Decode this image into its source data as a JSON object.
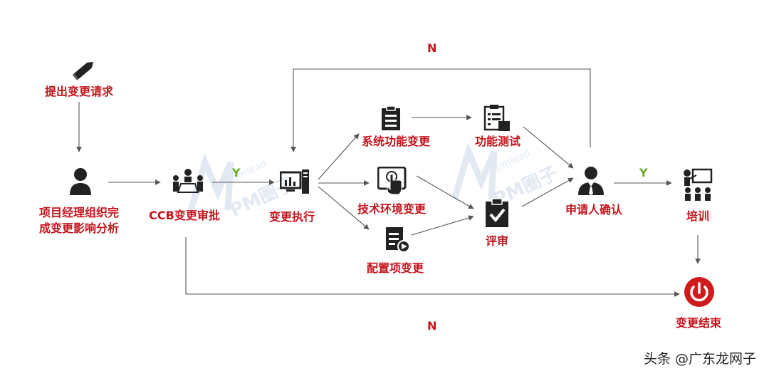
{
  "nodes": {
    "submit_request": "提出变更请求",
    "pm_analysis": "项目经理组织完成变更影响分析",
    "ccb_approval": "CCB变更审批",
    "execute_change": "变更执行",
    "system_function_change": "系统功能变更",
    "technical_env_change": "技术环境变更",
    "config_item_change": "配置项变更",
    "function_test": "功能测试",
    "review": "评审",
    "requester_confirm": "申请人确认",
    "training": "培训",
    "change_end": "变更结束"
  },
  "edge_labels": {
    "ccb_yes": "Y",
    "confirm_yes": "Y",
    "confirm_no": "N",
    "ccb_no": "N"
  },
  "watermark": {
    "small_text": "pmlead",
    "brand_text": "PM圈子"
  },
  "credit": "头条 @广东龙网子",
  "colors": {
    "label_red": "#c4141c",
    "yes_green": "#6aaa2a",
    "no_red": "#c4141c",
    "line_gray": "#555555",
    "icon_dark": "#222222",
    "power_red": "#cf1a1e"
  }
}
